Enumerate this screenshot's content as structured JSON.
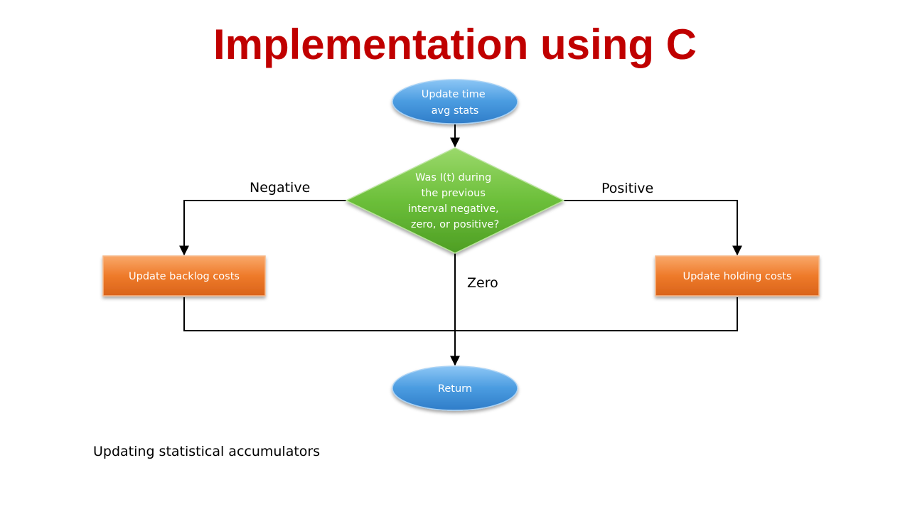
{
  "slide": {
    "title": "Implementation using C",
    "caption": "Updating statistical accumulators"
  },
  "colors": {
    "title": "#c00000",
    "start_node": "#4a9be0",
    "decision_node": "#6cbf3a",
    "process_node": "#ee7a2a",
    "connector": "#000000"
  },
  "flowchart": {
    "nodes": {
      "start": {
        "shape": "ellipse",
        "lines": [
          "Update time",
          "avg stats"
        ]
      },
      "decision": {
        "shape": "diamond",
        "lines": [
          "Was I(t) during",
          "the previous",
          "interval negative,",
          "zero, or positive?"
        ]
      },
      "backlog": {
        "shape": "rectangle",
        "lines": [
          "Update backlog costs"
        ]
      },
      "holding": {
        "shape": "rectangle",
        "lines": [
          "Update holding costs"
        ]
      },
      "return": {
        "shape": "ellipse",
        "lines": [
          "Return"
        ]
      }
    },
    "edges": {
      "negative": {
        "from": "decision",
        "to": "backlog",
        "label": "Negative"
      },
      "positive": {
        "from": "decision",
        "to": "holding",
        "label": "Positive"
      },
      "zero": {
        "from": "decision",
        "to": "return",
        "label": "Zero"
      }
    }
  }
}
